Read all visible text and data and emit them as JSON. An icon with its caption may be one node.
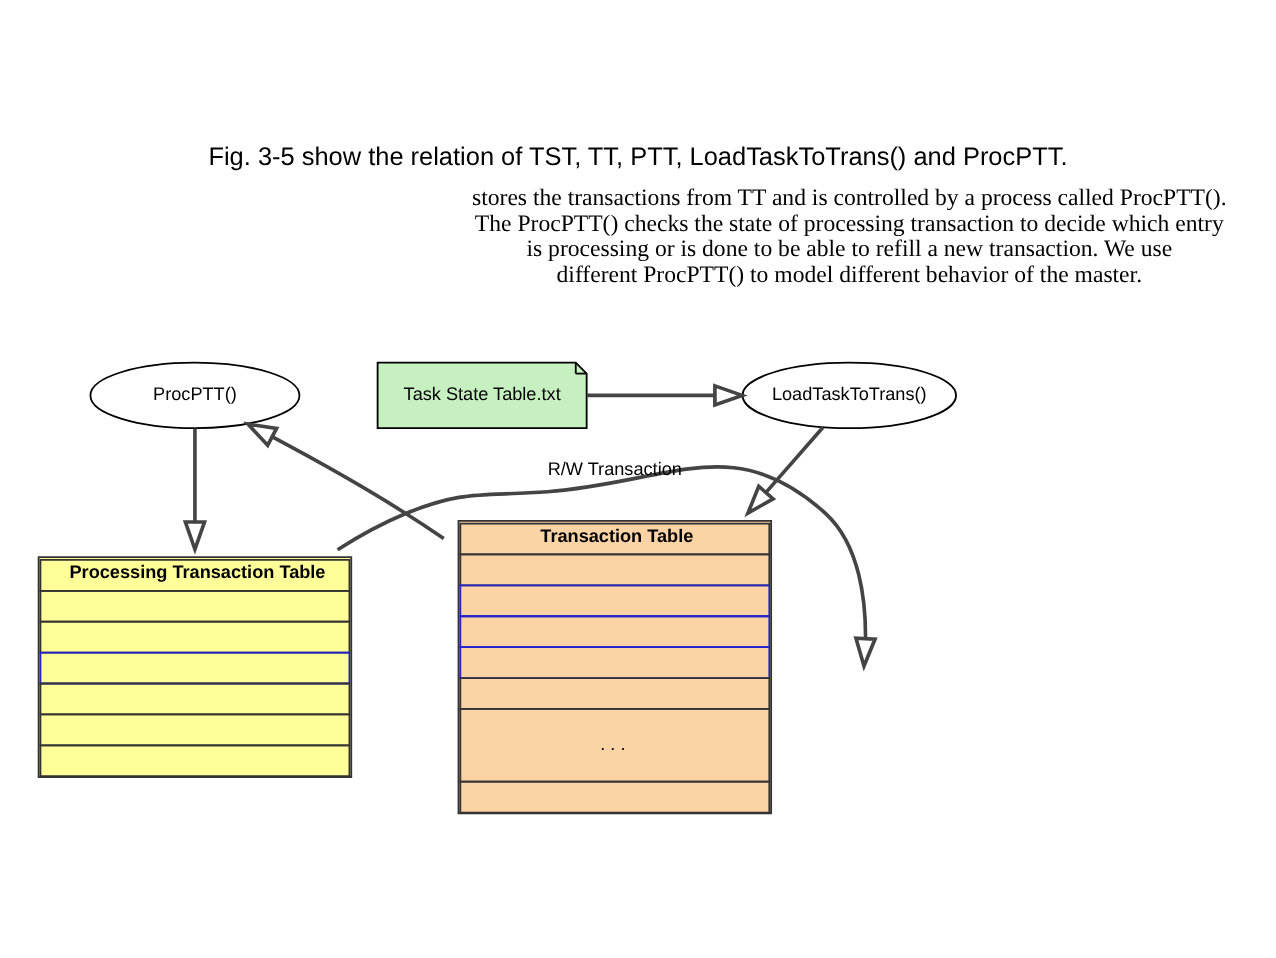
{
  "diagram": {
    "caption": "Fig. 3-5 show the relation of TST, TT, PTT, LoadTaskToTrans() and ProcPTT.",
    "nodes": [
      {
        "text": [
          "Task State Table.txt"
        ]
      },
      {
        "text": [
          "LoadTaskToTrans()"
        ]
      },
      {
        "text": [
          "Transaction Table",
          ". . ."
        ]
      },
      {
        "text": [
          "ProcPTT()"
        ]
      },
      {
        "text": [
          "Processing Transaction Table"
        ]
      }
    ],
    "edges": [
      {
        "from": 0,
        "to": 1,
        "arrow": "to"
      },
      {
        "from": 1,
        "to": 2,
        "arrow": "to"
      },
      {
        "from": 2,
        "to": 3,
        "arrow": "to"
      },
      {
        "from": 3,
        "to": 4,
        "arrow": "to"
      },
      {
        "from": 4,
        "to": null,
        "arrow": "to",
        "label": "R/W Transaction"
      }
    ],
    "labels": [
      "stores the transactions from TT and is controlled by a process called ProcPTT(). The ProcPTT() checks the state of processing transaction to decide which entry is processing or is done to be able to refill a new transaction. We use different ProcPTT() to model different behavior of the master."
    ]
  }
}
